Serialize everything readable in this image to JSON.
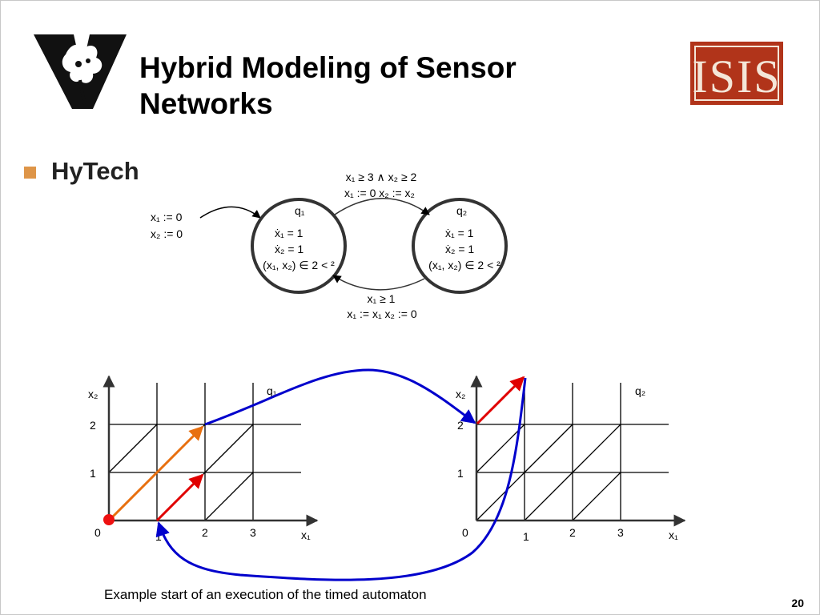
{
  "title": "Hybrid Modeling of Sensor Networks",
  "bullet": "HyTech",
  "caption": "Example start of an execution of the timed automaton",
  "page_number": "20",
  "logo_right_text": "ISIS",
  "colors": {
    "accent_bullet": "#de9548",
    "logo_red": "#b1341a",
    "arrow_blue": "#0000cc",
    "arrow_red": "#e00000",
    "arrow_orange": "#e87010",
    "start_dot": "#ee1111"
  },
  "automaton": {
    "init": [
      "x₁ := 0",
      "x₂ := 0"
    ],
    "states": [
      {
        "name": "q₁",
        "flows": [
          "ẋ₁ = 1",
          "ẋ₂ = 1"
        ],
        "invariant": "(x₁, x₂) ∈ 2 < ²"
      },
      {
        "name": "q₂",
        "flows": [
          "ẋ₁ = 1",
          "ẋ₂ = 1"
        ],
        "invariant": "(x₁, x₂) ∈ 2 < ²"
      }
    ],
    "edge_q1_q2": {
      "guard": "x₁ ≥ 3 ∧ x₂ ≥ 2",
      "reset": "x₁ := 0  x₂ := x₂"
    },
    "edge_q2_q1": {
      "guard": "x₁ ≥ 1",
      "reset": "x₁ := x₁  x₂ := 0"
    }
  },
  "plots": [
    {
      "state": "q₁",
      "xlabel": "x₁",
      "ylabel": "x₂",
      "xticks": [
        "0",
        "1",
        "2",
        "3"
      ],
      "yticks": [
        "1",
        "2"
      ]
    },
    {
      "state": "q₂",
      "xlabel": "x₁",
      "ylabel": "x₂",
      "xticks": [
        "0",
        "1",
        "2",
        "3"
      ],
      "yticks": [
        "1",
        "2"
      ]
    }
  ]
}
